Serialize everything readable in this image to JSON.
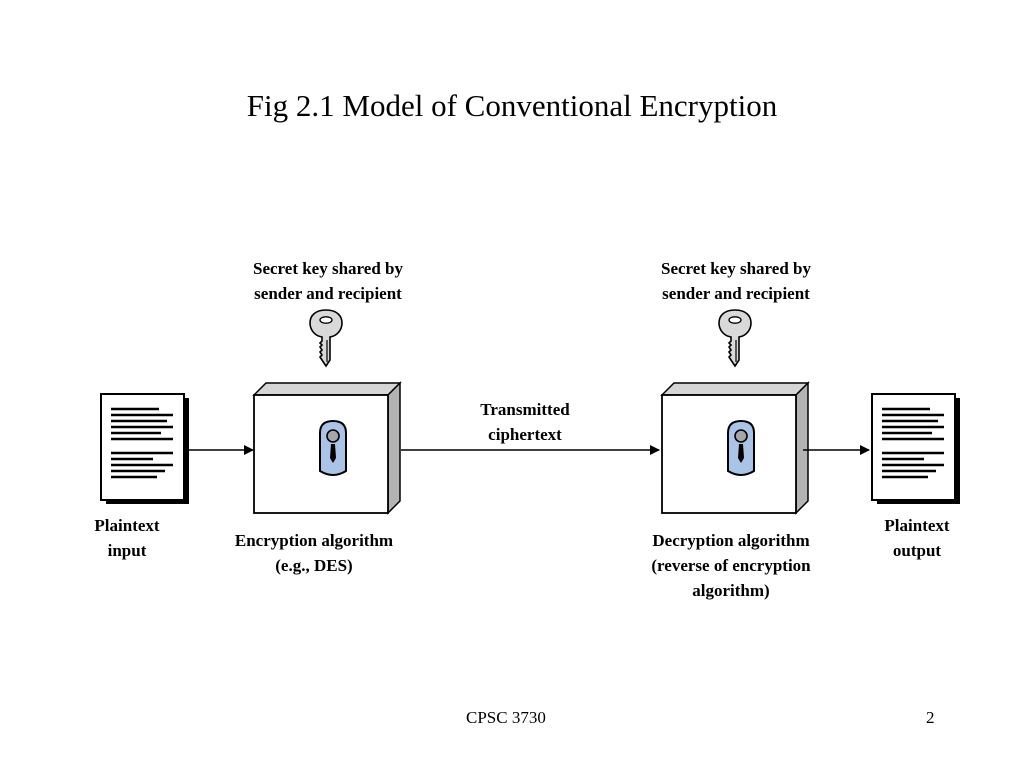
{
  "slide": {
    "title": "Fig 2.1  Model of Conventional Encryption",
    "footer_course": "CPSC 3730",
    "footer_page": "2"
  },
  "diagram": {
    "secret_key_left": [
      "Secret key shared by",
      "sender and recipient"
    ],
    "secret_key_right": [
      "Secret key shared by",
      "sender and recipient"
    ],
    "plaintext_input": [
      "Plaintext",
      "input"
    ],
    "plaintext_output": [
      "Plaintext",
      "output"
    ],
    "encryption": [
      "Encryption algorithm",
      "(e.g., DES)"
    ],
    "decryption": [
      "Decryption algorithm",
      "(reverse of encryption",
      "algorithm)"
    ],
    "transmitted": [
      "Transmitted",
      "ciphertext"
    ],
    "colors": {
      "lock_fill": "#a9c4e6",
      "box_side": "#b3b3b3",
      "key_fill": "#d9d9d9"
    }
  }
}
